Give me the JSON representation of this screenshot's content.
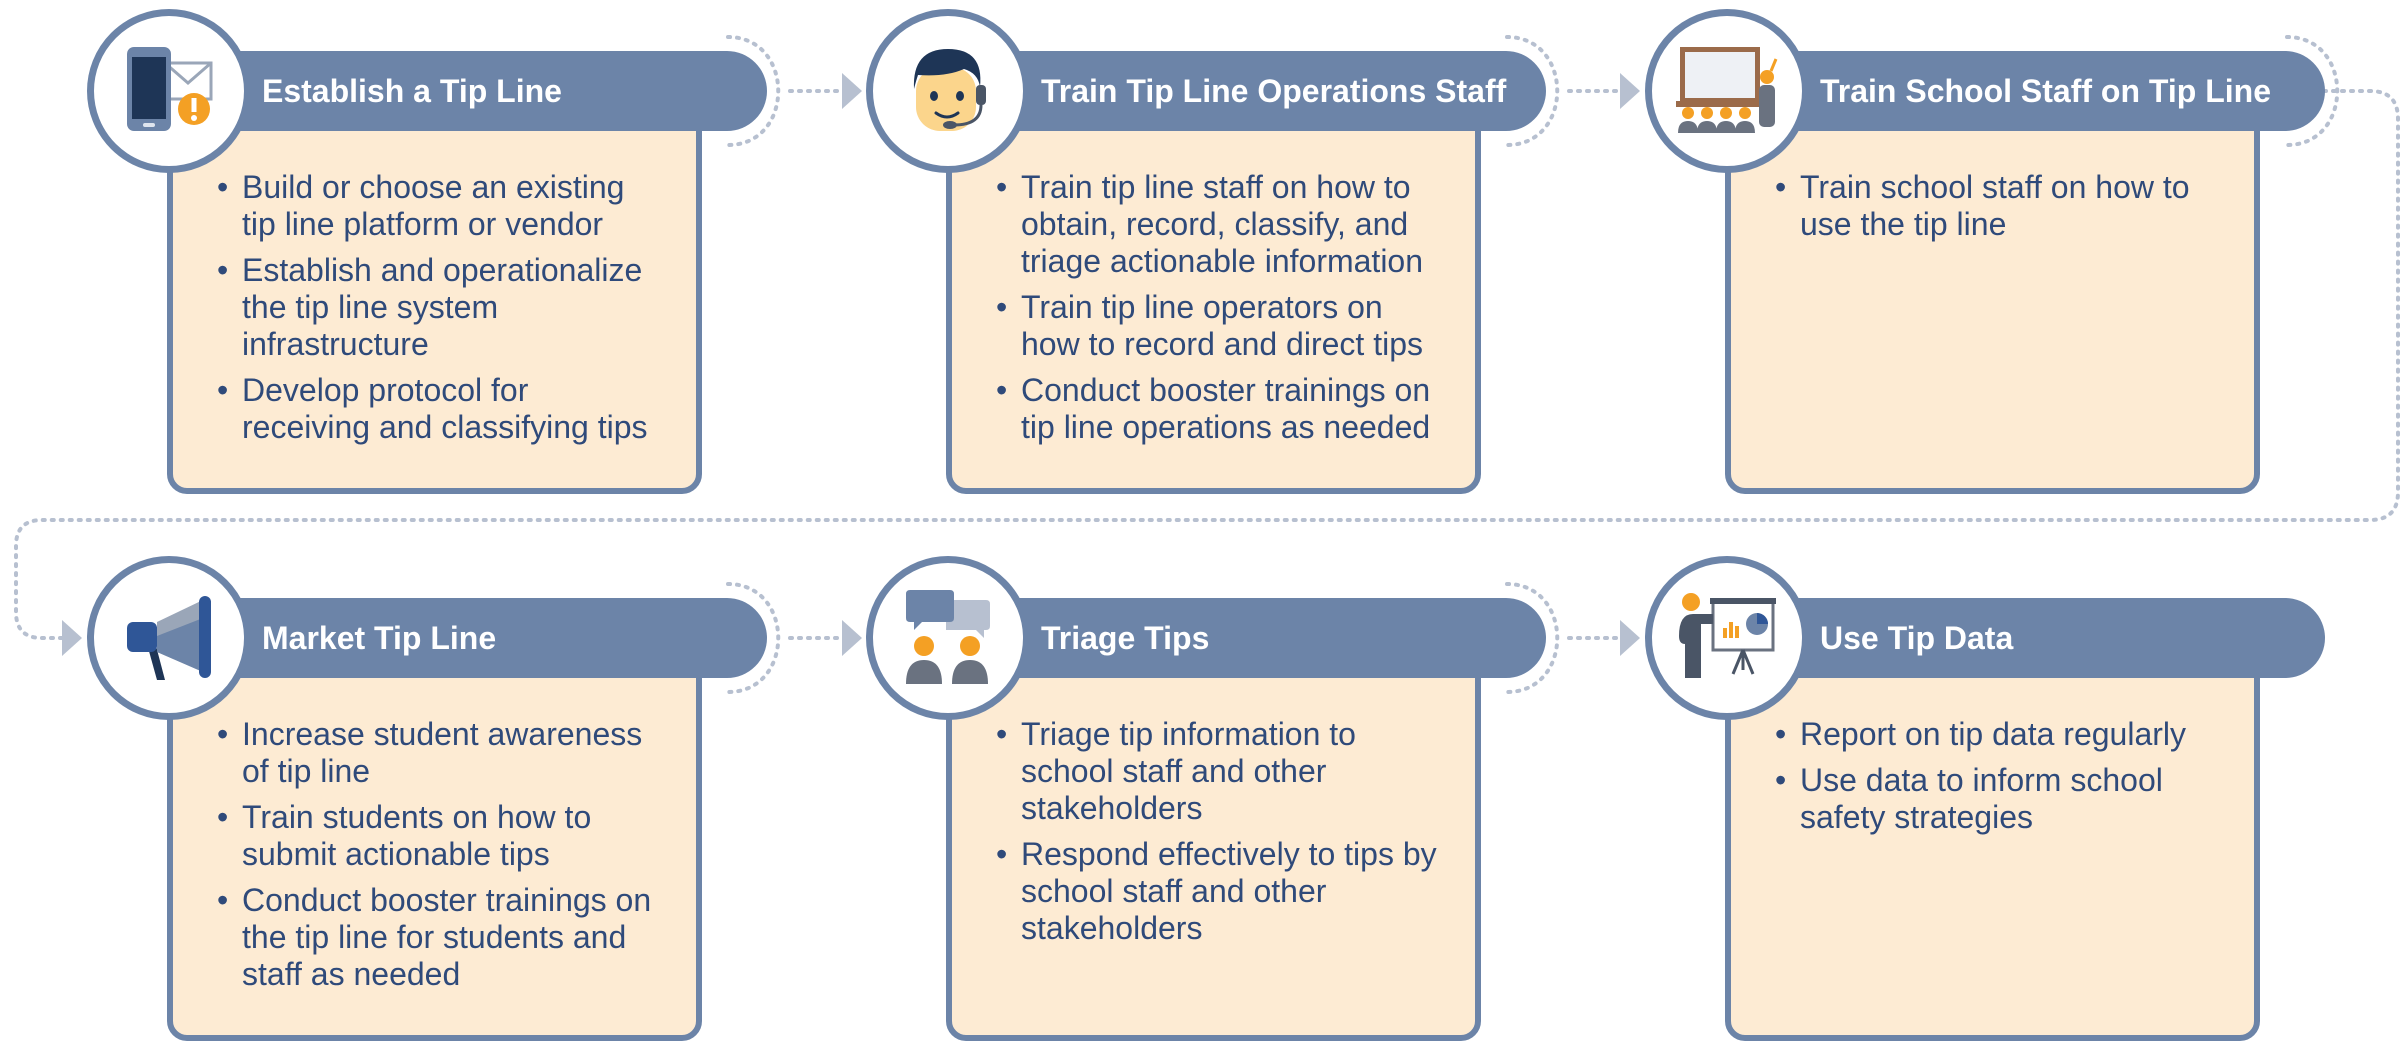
{
  "colors": {
    "frame": "#6c84a8",
    "card_fill": "#fdebd3",
    "text": "#2f4a7a",
    "header_text": "#ffffff",
    "connector": "#b7c0d0",
    "accent_orange": "#f4a024"
  },
  "steps": [
    {
      "icon": "phone-warning-icon",
      "title": "Establish a Tip Line",
      "bullets": [
        "Build or choose an existing tip line platform or vendor",
        "Establish and operationalize the tip line system infrastructure",
        "Develop protocol for receiving and classifying tips"
      ]
    },
    {
      "icon": "operator-headset-icon",
      "title": "Train Tip Line Operations Staff",
      "bullets": [
        "Train tip line staff on how to obtain, record, classify, and triage actionable information",
        "Train tip line operators on how to record and direct tips",
        "Conduct booster trainings on tip line operations as needed"
      ]
    },
    {
      "icon": "classroom-presenter-icon",
      "title": "Train School Staff on Tip Line",
      "bullets": [
        "Train school staff on how to use the tip line"
      ]
    },
    {
      "icon": "megaphone-icon",
      "title": "Market Tip Line",
      "bullets": [
        "Increase student awareness of tip line",
        "Train students on how to submit actionable tips",
        "Conduct booster trainings on the tip line for students and staff as needed"
      ]
    },
    {
      "icon": "conversation-icon",
      "title": "Triage Tips",
      "bullets": [
        "Triage tip information to school staff and other stakeholders",
        "Respond effectively to tips by school staff and other stakeholders"
      ]
    },
    {
      "icon": "data-presentation-icon",
      "title": "Use Tip Data",
      "bullets": [
        "Report on tip data regularly",
        "Use data to inform school safety strategies"
      ]
    }
  ]
}
